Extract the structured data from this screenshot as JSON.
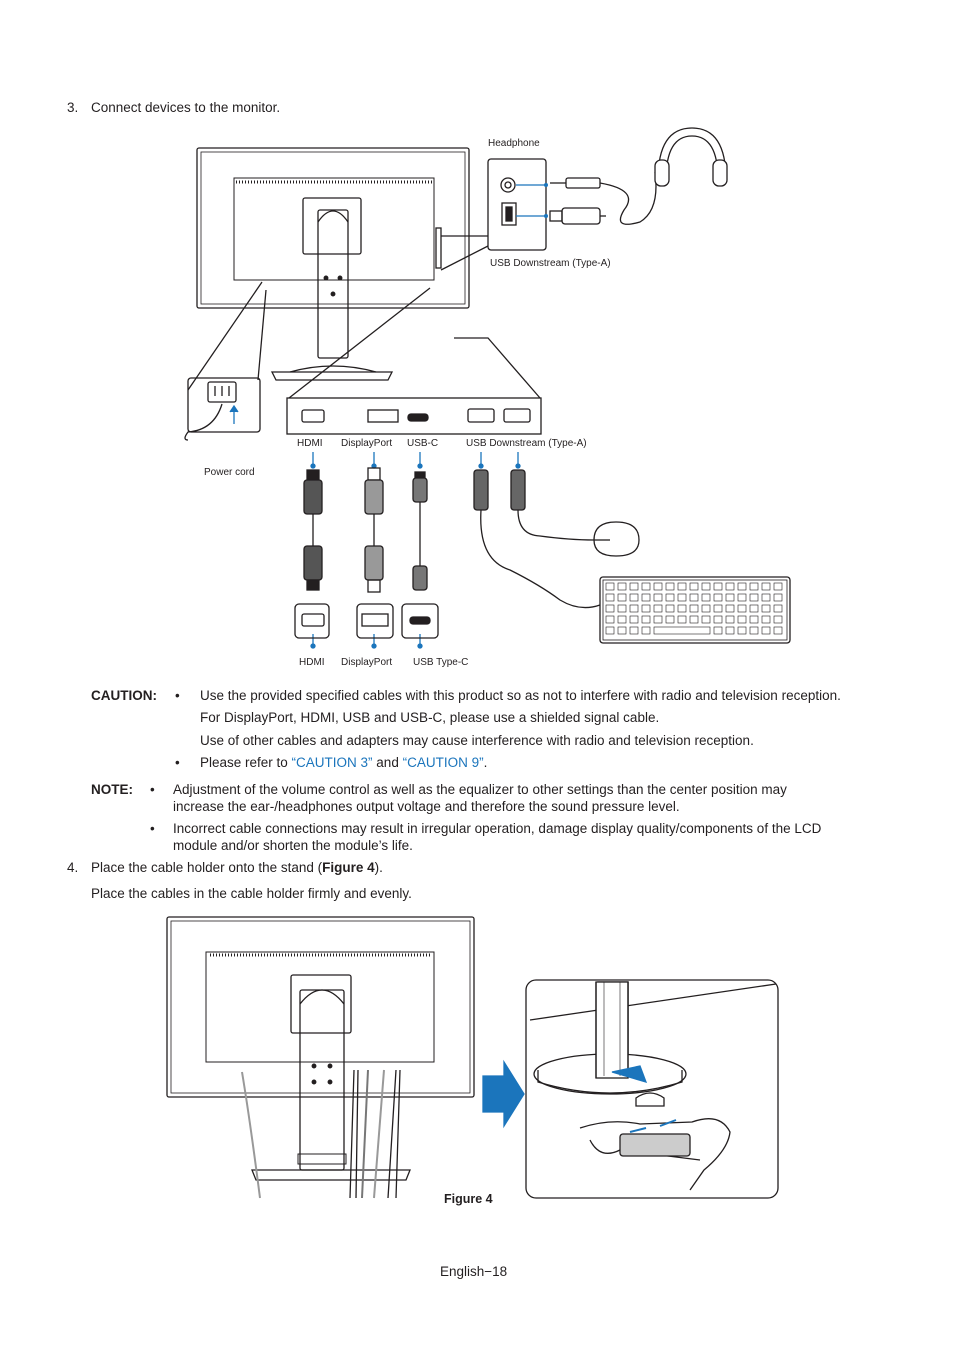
{
  "step3": {
    "num": "3.",
    "text": "Connect devices to the monitor."
  },
  "diagram1": {
    "headphone": "Headphone",
    "usb_downstream_top": "USB Downstream (Type-A)",
    "power_cord": "Power cord",
    "port_hdmi": "HDMI",
    "port_displayport": "DisplayPort",
    "port_usbc": "USB-C",
    "port_usb_downstream": "USB Downstream (Type-A)",
    "end_hdmi": "HDMI",
    "end_displayport": "DisplayPort",
    "end_usbc": "USB Type-C"
  },
  "caution": {
    "label": "CAUTION:",
    "line1": "Use the provided specified cables with this product so as not to interfere with radio and television reception.",
    "line2": "For DisplayPort, HDMI, USB and USB-C, please use a shielded signal cable.",
    "line3": "Use of other cables and adapters may cause interference with radio and television reception.",
    "refer_prefix": "Please refer to ",
    "refer_link1": "“CAUTION 3”",
    "refer_and": " and ",
    "refer_link2": "“CAUTION 9”",
    "refer_suffix": "."
  },
  "note": {
    "label": "NOTE:",
    "b1_line1": "Adjustment of the volume control as well as the equalizer to other settings than the center position may",
    "b1_line2": "increase the ear-/headphones output voltage and therefore the sound pressure level.",
    "b2_line1": "Incorrect cable connections may result in irregular operation, damage display quality/components of the LCD",
    "b2_line2": "module and/or shorten the module’s life."
  },
  "step4": {
    "num": "4.",
    "text_prefix": "Place the cable holder onto the stand (",
    "text_bold": "Figure 4",
    "text_suffix": ").",
    "line2": "Place the cables in the cable holder firmly and evenly."
  },
  "figure_caption": "Figure 4",
  "footer": "English−18",
  "colors": {
    "accent_blue": "#1b75bc",
    "text": "#231f20"
  }
}
